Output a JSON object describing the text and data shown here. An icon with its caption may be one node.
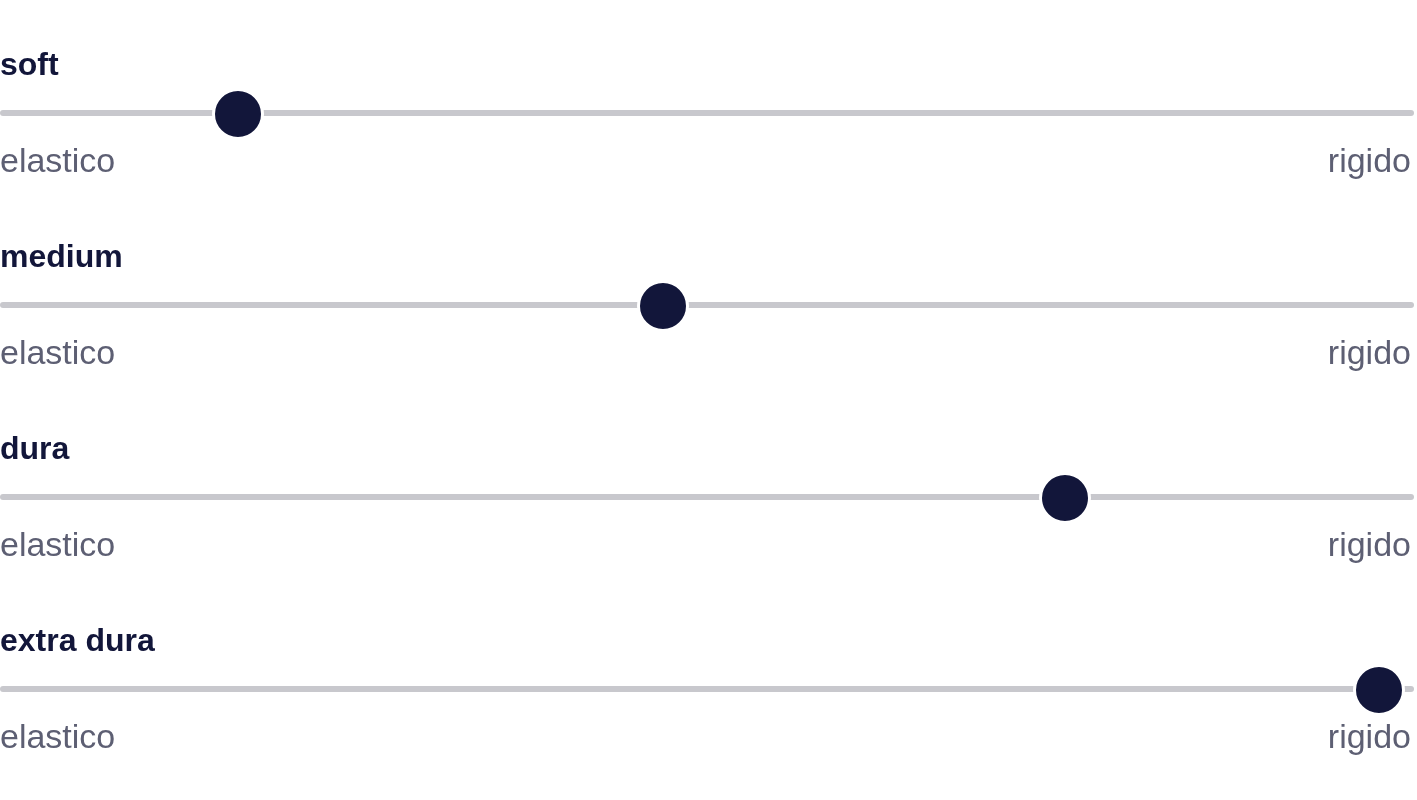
{
  "diagram": {
    "labels": [
      "soft",
      "elastico",
      "rigido",
      "medium",
      "elastico",
      "rigido",
      "dura",
      "elastico",
      "rigido",
      "extra dura",
      "elastico",
      "rigido"
    ]
  }
}
